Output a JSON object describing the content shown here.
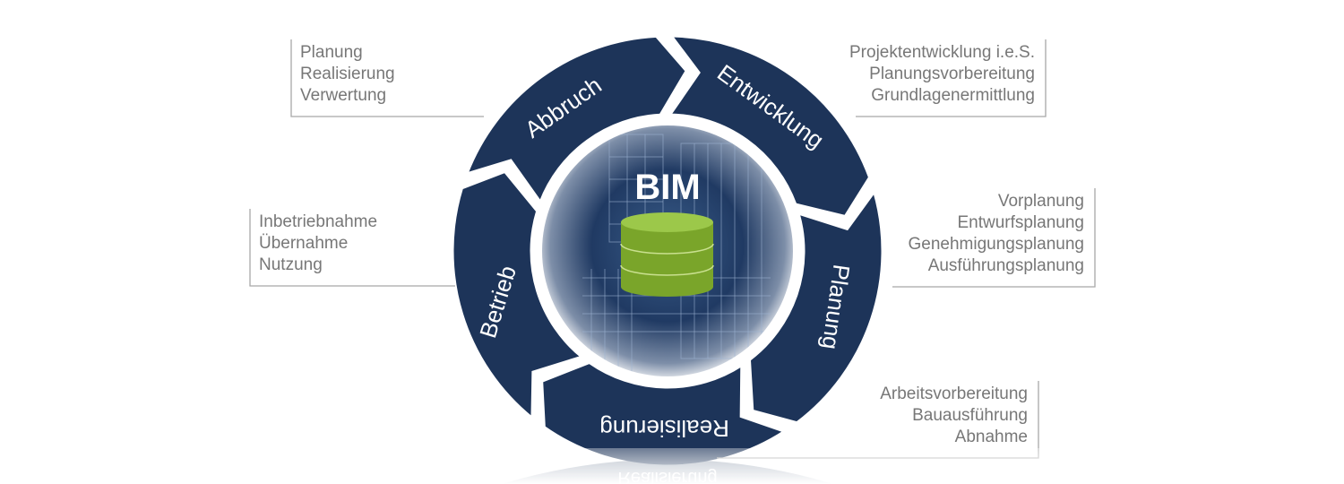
{
  "diagram": {
    "center_label": "BIM",
    "phases": [
      {
        "label": "Entwicklung",
        "details": [
          "Projektentwicklung i.e.S.",
          "Planungsvorbereitung",
          "Grundlagenermittlung"
        ]
      },
      {
        "label": "Planung",
        "details": [
          "Vorplanung",
          "Entwurfsplanung",
          "Genehmigungsplanung",
          "Ausführungsplanung"
        ]
      },
      {
        "label": "Realisierung",
        "details": [
          "Arbeitsvorbereitung",
          "Bauausführung",
          "Abnahme"
        ]
      },
      {
        "label": "Betrieb",
        "details": [
          "Inbetriebnahme",
          "Übernahme",
          "Nutzung"
        ]
      },
      {
        "label": "Abbruch",
        "details": [
          "Planung",
          "Realisierung",
          "Verwertung"
        ]
      }
    ],
    "colors": {
      "segment": "#1d3459",
      "database": "#8db832",
      "text": "#777777"
    }
  }
}
